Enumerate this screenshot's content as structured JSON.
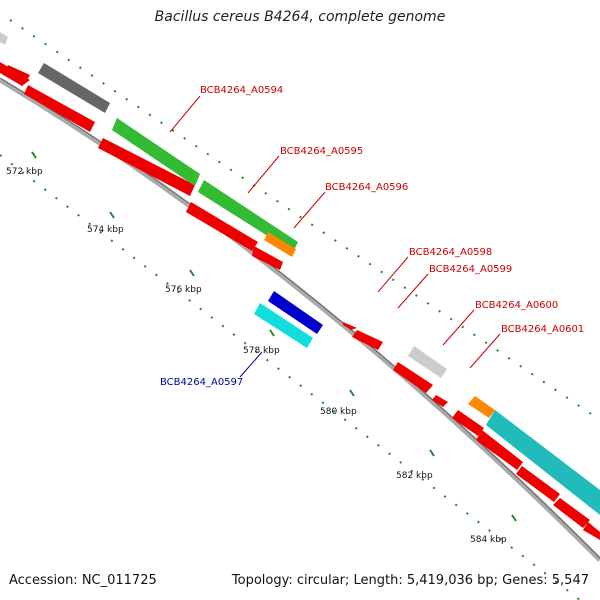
{
  "title": "Bacillus cereus B4264, complete genome",
  "footer": {
    "accession": "Accession: NC_011725",
    "summary": "Topology: circular; Length: 5,419,036 bp; Genes: 5,547"
  },
  "ticks": [
    "572 kbp",
    "574 kbp",
    "576 kbp",
    "578 kbp",
    "580 kbp",
    "582 kbp",
    "584 kbp"
  ],
  "gene_labels": [
    {
      "text": "BCB4264_A0594",
      "color": "#cc0000"
    },
    {
      "text": "BCB4264_A0595",
      "color": "#cc0000"
    },
    {
      "text": "BCB4264_A0596",
      "color": "#cc0000"
    },
    {
      "text": "BCB4264_A0597",
      "color": "#000099"
    },
    {
      "text": "BCB4264_A0598",
      "color": "#cc0000"
    },
    {
      "text": "BCB4264_A0599",
      "color": "#cc0000"
    },
    {
      "text": "BCB4264_A0600",
      "color": "#cc0000"
    },
    {
      "text": "BCB4264_A0601",
      "color": "#cc0000"
    }
  ],
  "colors": {
    "cds": "#ee0000",
    "cds_highlight": "#ff4444",
    "green_feature": "#33bb33",
    "orange_feature": "#ff8800",
    "blue_feature": "#0000cc",
    "cyan_feature": "#11dddd",
    "teal_feature": "#22bbbb",
    "gray_feature": "#cccccc",
    "dark_gray_feature": "#666666",
    "backbone": "#999999",
    "dots": "#228822"
  }
}
